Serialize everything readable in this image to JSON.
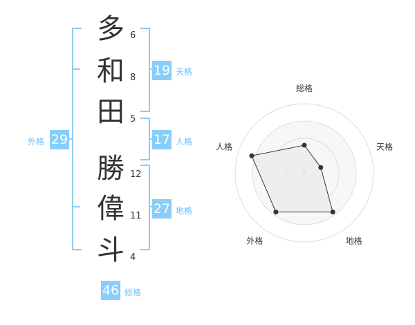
{
  "name": {
    "chars": [
      {
        "char": "多",
        "strokes": "6"
      },
      {
        "char": "和",
        "strokes": "8"
      },
      {
        "char": "田",
        "strokes": "5"
      },
      {
        "char": "勝",
        "strokes": "12"
      },
      {
        "char": "偉",
        "strokes": "11"
      },
      {
        "char": "斗",
        "strokes": "4"
      }
    ]
  },
  "fortune": {
    "tenkaku": {
      "value": "19",
      "label": "天格"
    },
    "jinkaku": {
      "value": "17",
      "label": "人格"
    },
    "chikaku": {
      "value": "27",
      "label": "地格"
    },
    "gaikaku": {
      "value": "29",
      "label": "外格"
    },
    "soukaku": {
      "value": "46",
      "label": "総格"
    }
  },
  "chart_data": {
    "type": "radar",
    "axes": [
      "総格",
      "天格",
      "地格",
      "外格",
      "人格"
    ],
    "values": [
      0.4,
      0.25,
      0.7,
      0.7,
      0.8
    ],
    "range": [
      0,
      1
    ],
    "rings": 4
  },
  "colors": {
    "accent": "#87cefa",
    "bracket": "#8ecbef",
    "label": "#6ec0f5",
    "text": "#333333"
  }
}
